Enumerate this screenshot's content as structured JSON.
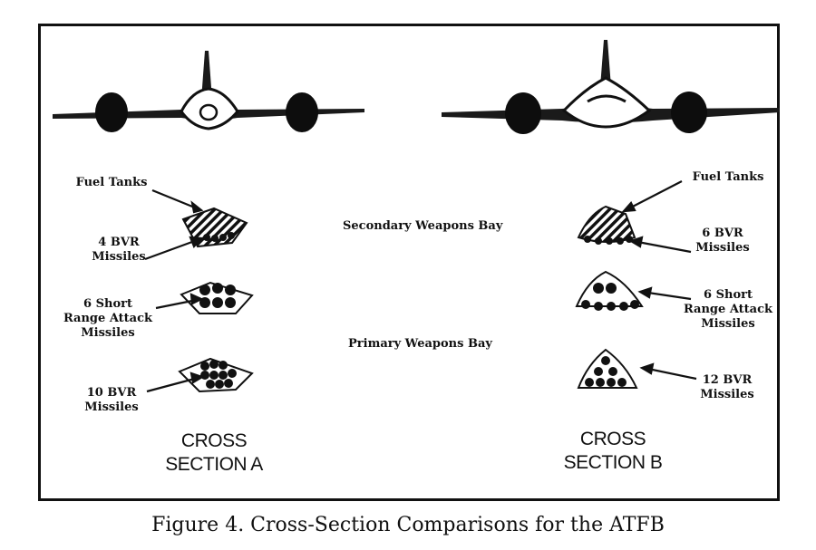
{
  "cross_section_a": {
    "title": "CROSS\nSECTION A",
    "labels": {
      "fuel_tanks": "Fuel Tanks",
      "secondary_missiles": "4 BVR\nMissiles",
      "short_range": "6 Short\nRange Attack\nMissiles",
      "primary_missiles": "10 BVR\nMissiles"
    }
  },
  "cross_section_b": {
    "title": "CROSS\nSECTION B",
    "labels": {
      "fuel_tanks": "Fuel Tanks",
      "secondary_missiles": "6 BVR\nMissiles",
      "short_range": "6 Short\nRange Attack\nMissiles",
      "primary_missiles": "12 BVR\nMissiles"
    }
  },
  "bays": {
    "secondary": "Secondary Weapons Bay",
    "primary": "Primary Weapons Bay"
  },
  "caption": "Figure 4.  Cross-Section Comparisons for the ATFB"
}
